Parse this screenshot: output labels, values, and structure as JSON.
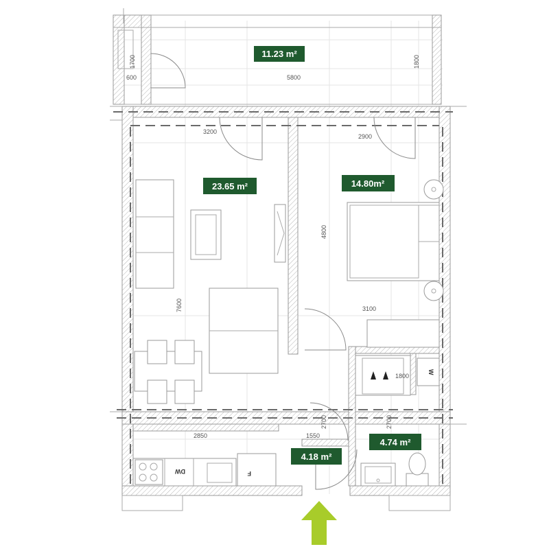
{
  "colors": {
    "tag_bg": "#1f5a2e",
    "tag_text": "#ffffff",
    "arrow": "#a8cc2a"
  },
  "rooms": {
    "balcony": "11.23 m²",
    "living": "23.65 m²",
    "bedroom": "14.80m²",
    "hall": "4.18 m²",
    "bathroom": "4.74 m²"
  },
  "dimensions": {
    "balcony_side": "1700",
    "balcony_small": "600",
    "balcony_width": "5800",
    "balcony_depth": "1800",
    "living_width": "3200",
    "living_height": "7600",
    "bedroom_width": "2900",
    "bedroom_height": "4800",
    "bedroom_lower": "3100",
    "wardrobe_width": "1800",
    "hall_vertical": "2700",
    "bath_vertical": "2700",
    "kitchen_width": "2850",
    "hall_width": "1550"
  },
  "appliances": {
    "dishwasher": "DW",
    "fridge": "F",
    "washer": "W"
  },
  "icons": {
    "entrance": "arrow-up-icon"
  }
}
